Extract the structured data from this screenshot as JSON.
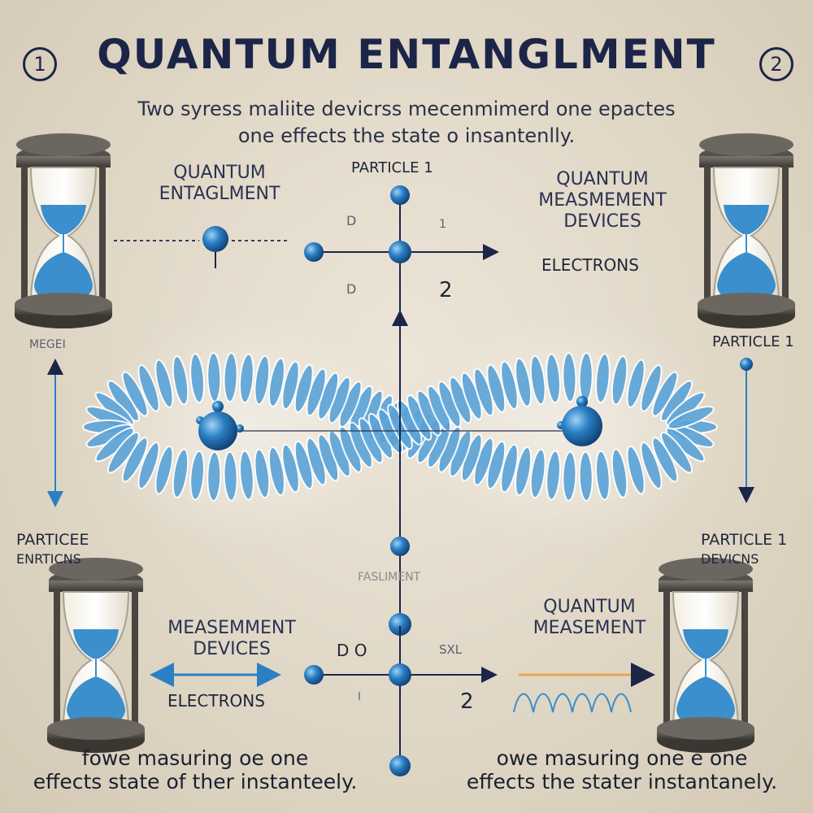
{
  "header": {
    "title": "QUANTUM ENTANGLMENT",
    "badge_left": "1",
    "badge_right": "2",
    "subtitle_line1": "Two syress maliite devicrss mecenmimerd one epactes",
    "subtitle_line2": "one effects the state o insantenlly."
  },
  "top_left": {
    "label_line1": "QUANTUM",
    "label_line2": "ENTAGLMENT"
  },
  "top_center": {
    "particle_label": "PARTICLE 1",
    "mark_left_top": "D",
    "mark_left_bottom": "D",
    "mark_right_top": "1",
    "number": "2"
  },
  "top_right": {
    "label_line1": "QUANTUM",
    "label_line2": "MEASMEMENT",
    "label_line3": "DEVICES",
    "electrons": "ELECTRONS"
  },
  "left_side": {
    "top_label": "MEGEI",
    "bottom_label_line1": "PARTICEE",
    "bottom_label_line2": "ENRTICNS"
  },
  "right_side": {
    "top_label": "PARTICLE 1",
    "bottom_label_line1": "PARTICLE 1",
    "bottom_label_line2": "DEVICNS"
  },
  "bottom_center": {
    "label": "FASLIMENT",
    "mark_left": "D O",
    "mark_right": "SXL",
    "number": "2",
    "tick": "I"
  },
  "bottom_left": {
    "label_line1": "MEASEMMENT",
    "label_line2": "DEVICES",
    "electrons": "ELECTRONS",
    "caption_line1": "fowe masuring oe one",
    "caption_line2": "effects state of ther instanteely."
  },
  "bottom_right": {
    "label_line1": "QUANTUM",
    "label_line2": "MEASEMENT",
    "caption_line1": "owe masuring one  e one",
    "caption_line2": "effects the stater instantanely."
  },
  "colors": {
    "navy": "#1c2548",
    "particle_blue": "#2b7fc4",
    "coil_blue": "#5aa3d8",
    "wave_orange": "#e8a450",
    "wave_blue": "#3a8fcc"
  }
}
